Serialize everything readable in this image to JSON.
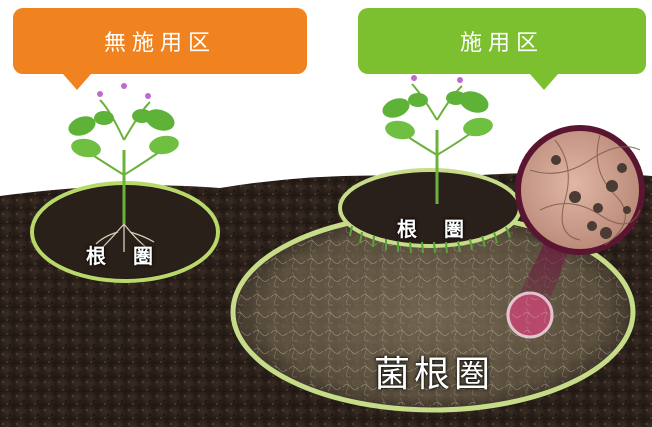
{
  "callouts": {
    "left_label": "無施用区",
    "right_label": "施用区"
  },
  "zones": {
    "root_zone_left": "根 圏",
    "root_zone_right": "根 圏",
    "mycorrhizosphere": "菌根圏"
  },
  "colors": {
    "orange_callout": "#f0831f",
    "green_callout": "#7cbf2f",
    "soil": "#2b211c",
    "ring_green": "#b8d86a"
  }
}
